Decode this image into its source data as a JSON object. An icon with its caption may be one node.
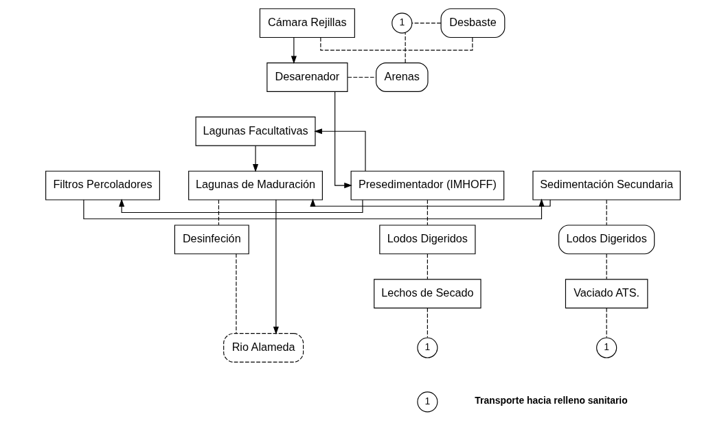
{
  "diagram": {
    "nodes": [
      {
        "text": [
          "Cámara Rejillas"
        ]
      },
      {
        "text": [
          "Desbaste"
        ]
      },
      {
        "text": [
          "1"
        ]
      },
      {
        "text": [
          "Arenas"
        ]
      },
      {
        "text": [
          "Desarenador"
        ]
      },
      {
        "text": [
          "Lagunas Facultativas"
        ]
      },
      {
        "text": [
          "Presedimentador (IMHOFF)"
        ]
      },
      {
        "text": [
          "Filtros Percoladores"
        ]
      },
      {
        "text": [
          "Sedimentación Secundaria"
        ]
      },
      {
        "text": [
          "Lagunas de Maduración"
        ]
      },
      {
        "text": [
          "Lodos Digeridos"
        ]
      },
      {
        "text": [
          "Lodos Digeridos"
        ]
      },
      {
        "text": [
          "Desinfeción"
        ]
      },
      {
        "text": [
          "Lechos de Secado"
        ]
      },
      {
        "text": [
          "Vaciado ATS."
        ]
      },
      {
        "text": [
          "1"
        ]
      },
      {
        "text": [
          "1"
        ]
      },
      {
        "text": [
          "Rio Alameda"
        ]
      },
      {
        "text": [
          "1"
        ],
        "beside": [
          "Transporte hacia relleno sanitario"
        ]
      }
    ],
    "edges": [
      {
        "from": 0,
        "to": 4,
        "arrow": "to"
      },
      {
        "from": 4,
        "to": 6,
        "arrow": "to"
      },
      {
        "from": 6,
        "to": 5,
        "arrow": "to"
      },
      {
        "from": 6,
        "to": 7,
        "arrow": "to"
      },
      {
        "from": 7,
        "to": 8,
        "arrow": "to"
      },
      {
        "from": 8,
        "to": 9,
        "arrow": "to"
      },
      {
        "from": 5,
        "to": 9,
        "arrow": "to"
      },
      {
        "from": 0,
        "to": 1,
        "arrow": "none",
        "style": "dashed"
      },
      {
        "from": 1,
        "to": 2,
        "arrow": "none",
        "style": "dashed"
      },
      {
        "from": 4,
        "to": 3,
        "arrow": "none",
        "style": "dashed"
      },
      {
        "from": 3,
        "to": 2,
        "arrow": "none",
        "style": "dashed"
      },
      {
        "from": 6,
        "to": 10,
        "arrow": "none",
        "style": "dashed"
      },
      {
        "from": 10,
        "to": 13,
        "arrow": "none",
        "style": "dashed"
      },
      {
        "from": 13,
        "to": 15,
        "arrow": "none",
        "style": "dashed"
      },
      {
        "from": 8,
        "to": 11,
        "arrow": "none",
        "style": "dashed"
      },
      {
        "from": 11,
        "to": 14,
        "arrow": "none",
        "style": "dashed"
      },
      {
        "from": 14,
        "to": 16,
        "arrow": "none",
        "style": "dashed"
      },
      {
        "from": 9,
        "to": 17,
        "arrow": "to"
      },
      {
        "from": 9,
        "to": 12,
        "arrow": "none",
        "style": "dashed"
      },
      {
        "from": 12,
        "to": 17,
        "arrow": "none",
        "style": "dashed"
      }
    ]
  }
}
